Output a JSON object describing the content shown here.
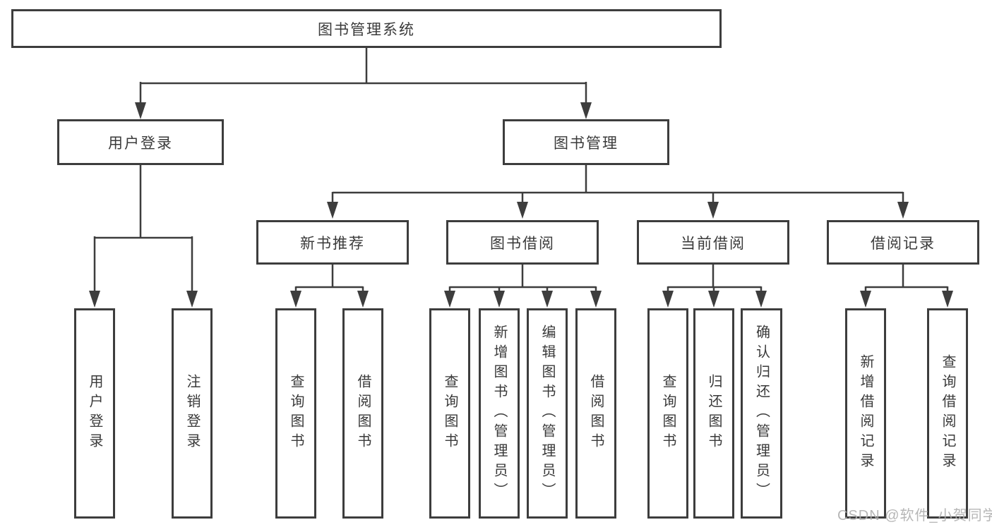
{
  "tree": {
    "label": "图书管理系统",
    "children": [
      {
        "label": "用户登录",
        "children": [
          {
            "label": "用户登录"
          },
          {
            "label": "注销登录"
          }
        ]
      },
      {
        "label": "图书管理",
        "children": [
          {
            "label": "新书推荐",
            "children": [
              {
                "label": "查询图书"
              },
              {
                "label": "借阅图书"
              }
            ]
          },
          {
            "label": "图书借阅",
            "children": [
              {
                "label": "查询图书"
              },
              {
                "label": "新增图书（管理员）"
              },
              {
                "label": "编辑图书（管理员）"
              },
              {
                "label": "借阅图书"
              }
            ]
          },
          {
            "label": "当前借阅",
            "children": [
              {
                "label": "查询图书"
              },
              {
                "label": "归还图书"
              },
              {
                "label": "确认归还（管理员）"
              }
            ]
          },
          {
            "label": "借阅记录",
            "children": [
              {
                "label": "新增借阅记录"
              },
              {
                "label": "查询借阅记录"
              }
            ]
          }
        ]
      }
    ]
  },
  "watermark": "CSDN @软件_小贺同学",
  "colors": {
    "line": "#3d3d3d",
    "text": "#3a3a3a",
    "background": "#ffffff",
    "watermark": "#afafaf"
  }
}
